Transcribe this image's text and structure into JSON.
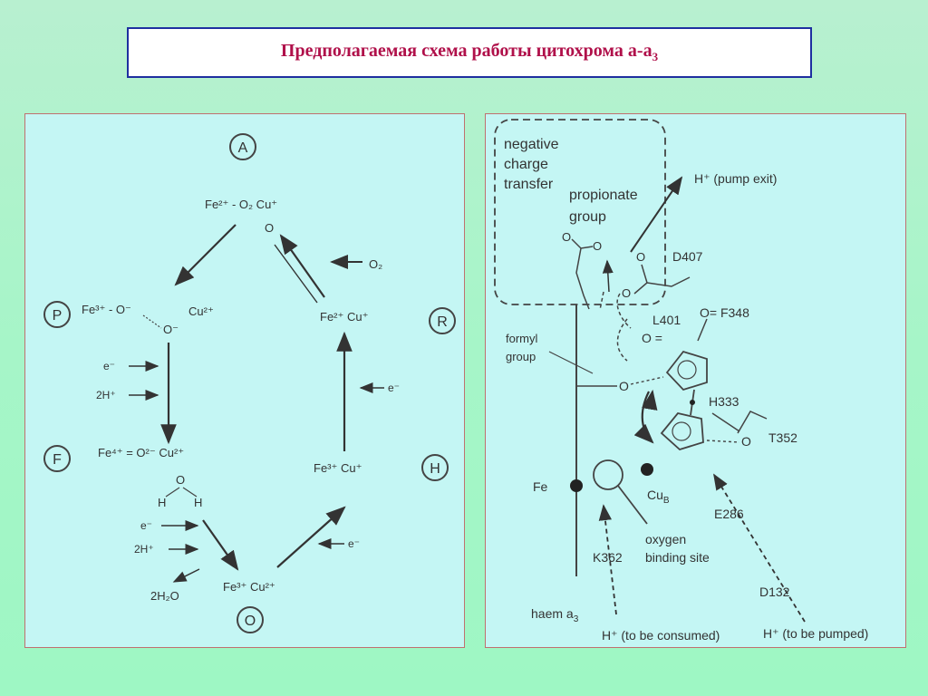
{
  "title": {
    "main": "Предполагаемая схема работы цитохрома а-а",
    "sub": "3"
  },
  "left_scheme": {
    "state_a": "A",
    "state_p": "P",
    "state_r": "R",
    "state_f": "F",
    "state_h": "H",
    "state_o": "O",
    "complex_a": "Fe²⁺ - O₂ Cu⁺",
    "complex_a_o": "O",
    "complex_p": "Fe³⁺ - O⁻",
    "complex_p_cu": "Cu²⁺",
    "complex_p_o": "O⁻",
    "complex_r": "Fe²⁺ Cu⁺",
    "o2": "O₂",
    "e_p": "e⁻",
    "h_p": "2H⁺",
    "e_r": "e⁻",
    "complex_f": "Fe⁴⁺ = O²⁻ Cu²⁺",
    "complex_f_o": "O",
    "complex_f_h1": "H",
    "complex_f_h2": "H",
    "complex_h": "Fe³⁺ Cu⁺",
    "e_f": "e⁻",
    "h_f": "2H⁺",
    "water": "2H₂O",
    "e_h": "e⁻",
    "complex_o": "Fe³⁺ Cu²⁺"
  },
  "right_scheme": {
    "negative_1": "negative",
    "negative_2": "charge",
    "negative_3": "transfer",
    "propionate_1": "propionate",
    "propionate_2": "group",
    "pump_exit": "H⁺ (pump exit)",
    "d407": "D407",
    "l401": "L401",
    "l401_o": "O =",
    "f348": "O= F348",
    "formyl_1": "formyl",
    "formyl_2": "group",
    "o_formyl": "O",
    "h333": "H333",
    "t352": "T352",
    "o_t352": "O",
    "fe": "Fe",
    "cub": "Cu",
    "cub_sub": "B",
    "e286": "E286",
    "oxygen_1": "oxygen",
    "oxygen_2": "binding site",
    "k362": "K362",
    "d132": "D132",
    "haem": "haem a",
    "haem_sub": "3",
    "consumed": "H⁺ (to be consumed)",
    "pumped": "H⁺ (to be pumped)",
    "o1": "O",
    "o2": "O",
    "o3": "O",
    "o4": "O"
  }
}
